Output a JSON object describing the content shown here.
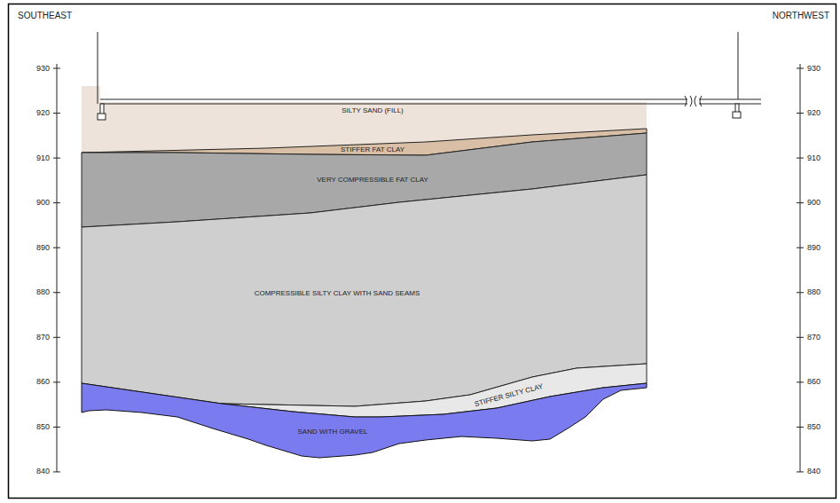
{
  "diagram": {
    "nodes": [
      {
        "text": [
          "SILTY SAND (FILL)"
        ]
      },
      {
        "text": [
          "STIFFER FAT CLAY"
        ]
      },
      {
        "text": [
          "VERY COMPRESSIBLE FAT CLAY"
        ]
      },
      {
        "text": [
          "COMPRESSIBLE SILTY CLAY WITH SAND SEAMS"
        ]
      },
      {
        "text": [
          "STIFFER SILTY CLAY"
        ]
      },
      {
        "text": [
          "SAND WITH GRAVEL"
        ]
      }
    ],
    "labels": [
      "SOUTHEAST",
      "NORTHWEST",
      "930",
      "920",
      "910",
      "900",
      "890",
      "880",
      "870",
      "860",
      "850",
      "840",
      "930",
      "920",
      "910",
      "900",
      "890",
      "880",
      "870",
      "860",
      "850",
      "840"
    ]
  }
}
